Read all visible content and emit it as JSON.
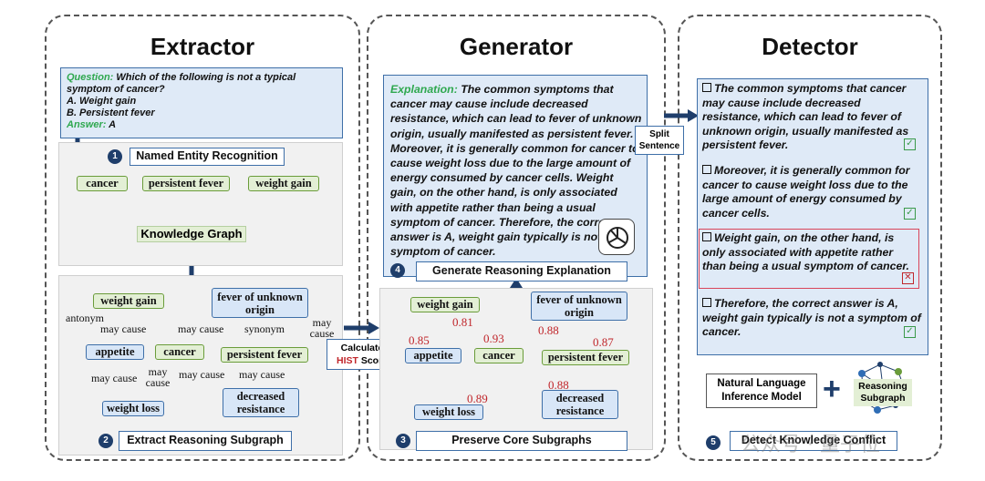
{
  "extractor": {
    "title": "Extractor",
    "question_label": "Question:",
    "question_text": "Which of the following is not a typical symptom of cancer?",
    "option_a": "A. Weight gain",
    "option_b": "B. Persistent fever",
    "answer_label": "Answer:",
    "answer_value": "A",
    "step1_num": "1",
    "step1_label": "Named Entity Recognition",
    "entities": [
      "cancer",
      "persistent fever",
      "weight gain"
    ],
    "kg_label": "Knowledge Graph",
    "subgraph_nodes": {
      "weight_gain": "weight gain",
      "fever": "fever of unknown origin",
      "appetite": "appetite",
      "cancer": "cancer",
      "persistent_fever": "persistent fever",
      "weight_loss": "weight loss",
      "decreased_resistance": "decreased resistance"
    },
    "edge_labels": [
      "antonym",
      "may cause",
      "may cause",
      "synonym",
      "may cause",
      "may cause",
      "may cause",
      "may cause",
      "may cause"
    ],
    "step2_num": "2",
    "step2_label": "Extract Reasoning Subgraph"
  },
  "calc": {
    "line1": "Calculate",
    "line2a": "HIST",
    "line2b": " Score"
  },
  "generator": {
    "title": "Generator",
    "explanation_label": "Explanation:",
    "explanation_text": "The common symptoms that cancer may cause include decreased resistance, which can lead to fever of unknown origin, usually manifested as persistent fever. Moreover, it is generally common for cancer to cause weight loss due to the large amount of energy consumed by cancer cells. Weight gain, on the other hand, is only associated with appetite rather than being a usual symptom of cancer.  Therefore, the correct answer is A, weight gain typically is not a symptom of cancer.",
    "step4_num": "4",
    "step4_label": "Generate Reasoning Explanation",
    "core_nodes": {
      "weight_gain": "weight gain",
      "fever": "fever of unknown origin",
      "appetite": "appetite",
      "cancer": "cancer",
      "persistent_fever": "persistent fever",
      "weight_loss": "weight loss",
      "decreased_resistance": "decreased resistance"
    },
    "scores": [
      "0.81",
      "0.85",
      "0.93",
      "0.88",
      "0.87",
      "0.89",
      "0.88"
    ],
    "step3_num": "3",
    "step3_label": "Preserve Core Subgraphs"
  },
  "split": {
    "line1": "Split",
    "line2": "Sentence"
  },
  "detector": {
    "title": "Detector",
    "sentences": [
      "The common symptoms that cancer may cause include decreased resistance, which can lead to fever of unknown origin, usually manifested as persistent fever.",
      "Moreover, it is generally common for cancer to cause weight loss due to the large amount of energy consumed by cancer cells.",
      "Weight gain, on the other hand, is only associated with appetite rather than being a usual symptom of cancer.",
      "Therefore, the correct answer is A, weight gain  typically is not a symptom of cancer."
    ],
    "nli_line1": "Natural Language",
    "nli_line2": "Inference Model",
    "plus": "+",
    "rs_line1": "Reasoning",
    "rs_line2": "Subgraph",
    "step5_num": "5",
    "step5_label": "Detect Knowledge Conflict",
    "watermark": "公众号 · 量子位"
  },
  "colors": {
    "accent_green": "#2fa84f",
    "accent_blue": "#3e6fa8",
    "accent_red": "#c0262b",
    "navy": "#1f3e6b"
  }
}
